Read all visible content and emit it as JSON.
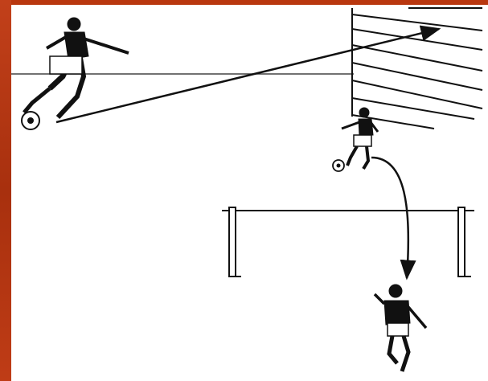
{
  "slide": {
    "theme_colors": {
      "frame": "#c8421a",
      "frame_dark": "#a8300e",
      "canvas": "#ffffff",
      "ink": "#111111"
    }
  },
  "illustration": {
    "elements": [
      "kicker-player",
      "ball-at-kicker",
      "pass-arrow-to-wall",
      "rebound-wall",
      "receiving-player",
      "ball-at-receiver",
      "curved-run-arrow",
      "small-goal",
      "running-player"
    ]
  }
}
